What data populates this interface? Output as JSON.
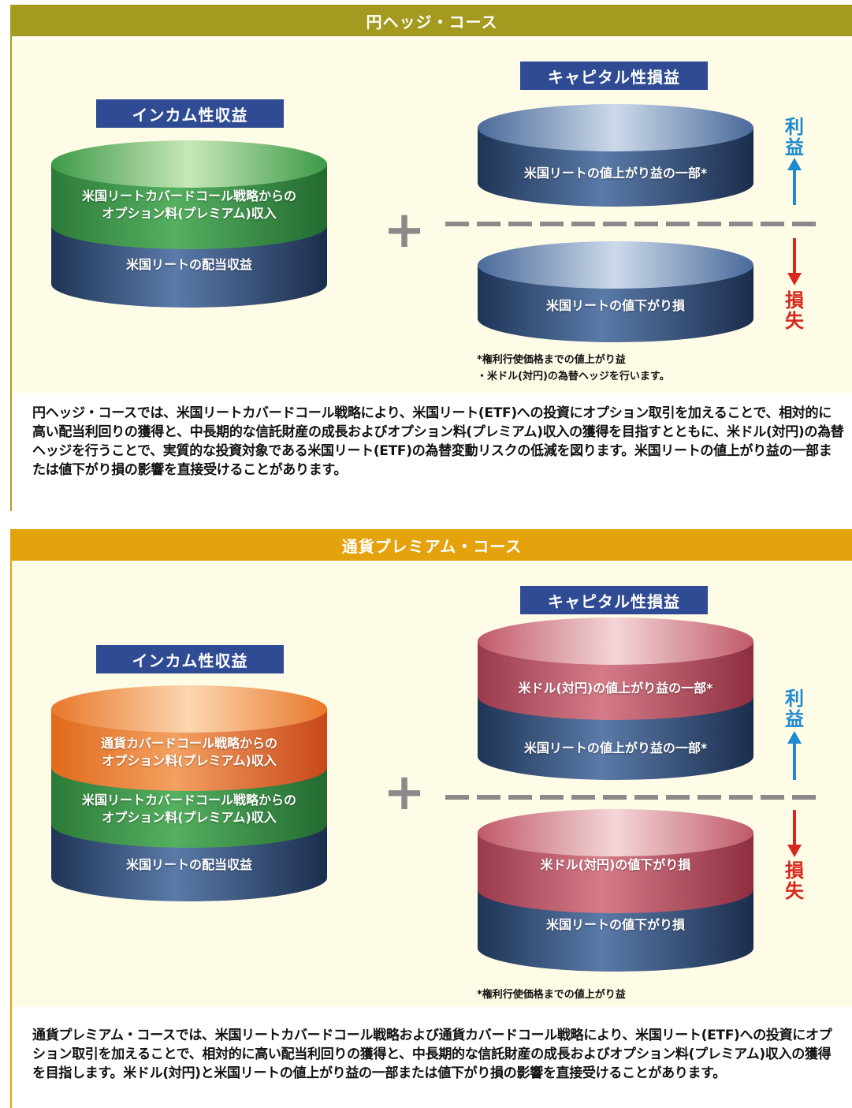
{
  "sections": [
    {
      "header": "円ヘッジ・コース",
      "income_label": "インカム性収益",
      "capital_label": "キャピタル性損益",
      "income_layers": [
        {
          "text": "米国リートカバードコール戦略からの\nオプション料(プレミアム)収入"
        },
        {
          "text": "米国リートの配当収益"
        }
      ],
      "gain_layers": [
        {
          "text": "米国リートの値上がり益の一部*"
        }
      ],
      "loss_layers": [
        {
          "text": "米国リートの値下がり損"
        }
      ],
      "plus": "+",
      "profit_label": "利益",
      "loss_label": "損失",
      "footnotes": [
        "*権利行使価格までの値上がり益",
        "・米ドル(対円)の為替ヘッジを行います。"
      ],
      "caption": "円ヘッジ・コースでは、米国リートカバードコール戦略により、米国リート(ETF)への投資にオプション取引を加えることで、相対的に高い配当利回りの獲得と、中長期的な信託財産の成長およびオプション料(プレミアム)収入の獲得を目指すとともに、米ドル(対円)の為替ヘッジを行うことで、実質的な投資対象である米国リート(ETF)の為替変動リスクの低減を図ります。米国リートの値上がり益の一部または値下がり損の影響を直接受けることがあります。"
    },
    {
      "header": "通貨プレミアム・コース",
      "income_label": "インカム性収益",
      "capital_label": "キャピタル性損益",
      "income_layers": [
        {
          "text": "通貨カバードコール戦略からの\nオプション料(プレミアム)収入"
        },
        {
          "text": "米国リートカバードコール戦略からの\nオプション料(プレミアム)収入"
        },
        {
          "text": "米国リートの配当収益"
        }
      ],
      "gain_layers": [
        {
          "text": "米ドル(対円)の値上がり益の一部*"
        },
        {
          "text": "米国リートの値上がり益の一部*"
        }
      ],
      "loss_layers": [
        {
          "text": "米ドル(対円)の値下がり損"
        },
        {
          "text": "米国リートの値下がり損"
        }
      ],
      "plus": "+",
      "profit_label": "利益",
      "loss_label": "損失",
      "footnotes": [
        "*権利行使価格までの値上がり益"
      ],
      "caption": "通貨プレミアム・コースでは、米国リートカバードコール戦略および通貨カバードコール戦略により、米国リート(ETF)への投資にオプション取引を加えることで、相対的に高い配当利回りの獲得と、中長期的な信託財産の成長およびオプション料(プレミアム)収入の獲得を目指します。米ドル(対円)と米国リートの値上がり益の一部または値下がり損の影響を直接受けることがあります。"
    }
  ],
  "colors": {
    "header_1": "#a39a1f",
    "header_2": "#e4a20c",
    "label_bg": "#2f4b93",
    "navy": "#2e4b74",
    "green": "#3f9a4c",
    "orange": "#e46a1c",
    "red": "#b24a5c",
    "profit": "#1e8ad0",
    "loss": "#d8281e"
  }
}
